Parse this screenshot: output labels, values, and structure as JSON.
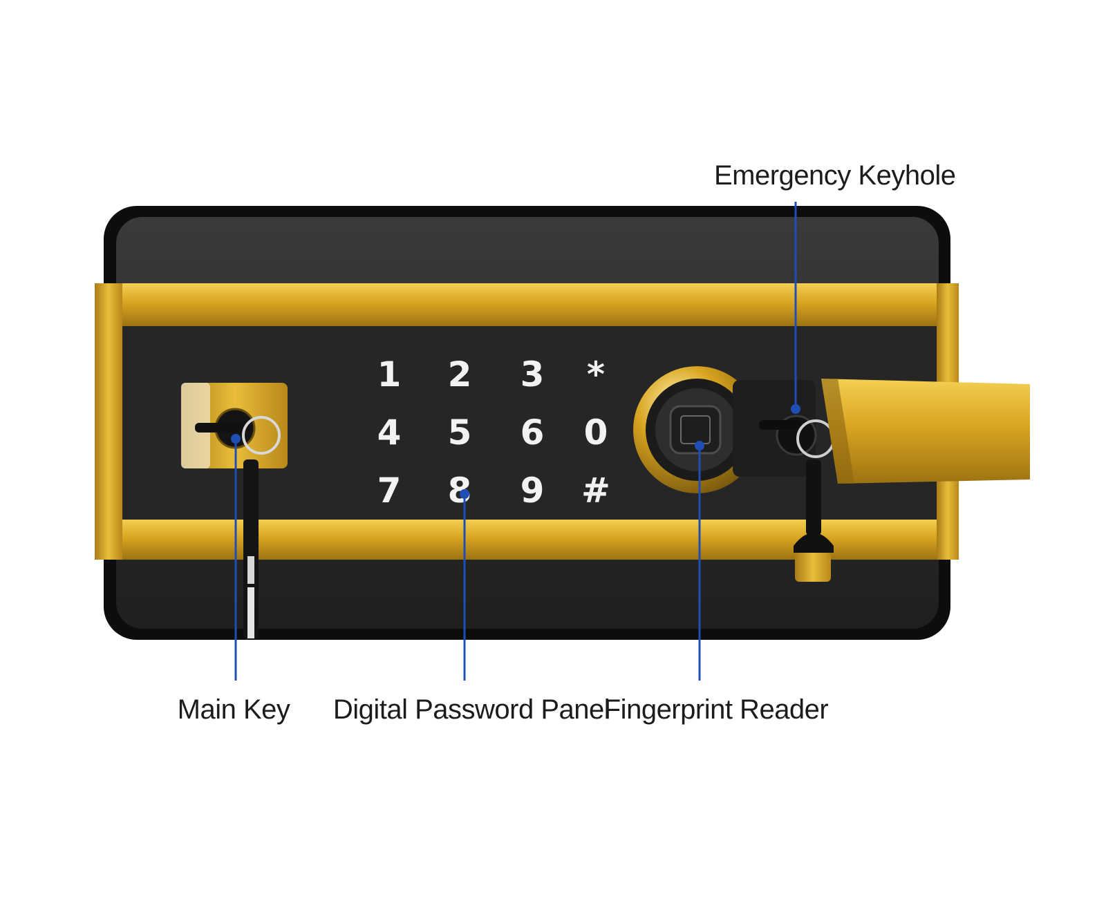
{
  "labels": {
    "emergency_keyhole": "Emergency Keyhole",
    "main_key": "Main Key",
    "digital_password_panel": "Digital Password Panel",
    "fingerprint_reader": "Fingerprint Reader"
  },
  "keypad": {
    "rows": [
      [
        "1",
        "2",
        "3",
        "*"
      ],
      [
        "4",
        "5",
        "6",
        "0"
      ],
      [
        "7",
        "8",
        "9",
        "#"
      ]
    ]
  },
  "colors": {
    "panel": "#262626",
    "gold": "#d9a521",
    "callout_line": "#1f4fb5",
    "label_text": "#1c1c1c"
  },
  "icons": {
    "fingerprint": "fingerprint-icon",
    "keyhole": "keyhole-icon"
  }
}
